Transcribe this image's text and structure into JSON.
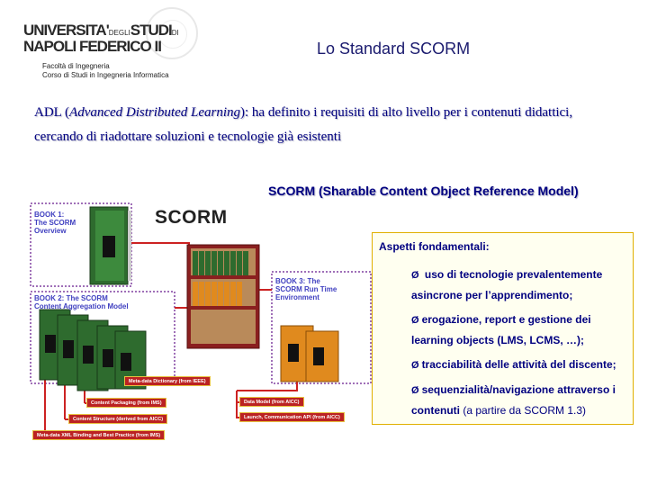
{
  "header": {
    "logo_line1": "UNIVERSITA'",
    "logo_line1_small": "DEGLI",
    "logo_line1_end": "STUDI",
    "logo_line1_small2": "DI",
    "logo_line2": "NAPOLI FEDERICO II",
    "faculty_line1": "Facoltà di Ingegneria",
    "faculty_line2": "Corso di Studi in Ingegneria Informatica",
    "title": "Lo Standard SCORM"
  },
  "intro": {
    "adl": "ADL",
    "adl_expansion": "Advanced Distributed Learning",
    "text_rest": "): ha definito i requisiti di alto livello per i contenuti didattici, cercando di riadottare soluzioni e tecnologie già esistenti"
  },
  "scorm_caption": "SCORM (Sharable Content Object Reference Model)",
  "diagram": {
    "logo": "SCORM",
    "book1": [
      "BOOK 1:",
      "The SCORM",
      "Overview"
    ],
    "book2": [
      "BOOK 2: The SCORM",
      "Content Aggregation Model"
    ],
    "book3": [
      "BOOK 3: The",
      "SCORM Run Time",
      "Environment"
    ],
    "tags": {
      "meta_dict": "Meta-data Dictionary (from IEEE)",
      "content_packaging": "Content Packaging (from IMS)",
      "content_structure": "Content Structure (derived from AICC)",
      "meta_xml": "Meta-data XML Binding and Best Practice (from IMS)",
      "data_model": "Data Model (from AICC)",
      "launch_api": "Launch, Communication API (from AICC)"
    }
  },
  "aspects": {
    "heading": "Aspetti fondamentali:",
    "bullet": "Ø",
    "item1_line1": "uso di tecnologie prevalentemente",
    "item1_line2": "asincrone per l’apprendimento;",
    "item2_line1": "erogazione, report e gestione dei",
    "item2_line2": "learning objects (LMS, LCMS, …);",
    "item3": "tracciabilità delle attività del discente;",
    "item4_line1": "sequenzialità/navigazione attraverso i",
    "item4_line2_bold": "contenuti",
    "item4_line2_normal": " (a partire da SCORM 1.3)"
  },
  "colors": {
    "title": "#1a1a6e",
    "text": "#000080",
    "box_border": "#e0b000",
    "box_bg": "#fffff0",
    "tag_bg": "#b22222",
    "book_green": "#2e6b2e",
    "book_orange": "#e08a1e",
    "dotted_outline": "#8040a0"
  }
}
